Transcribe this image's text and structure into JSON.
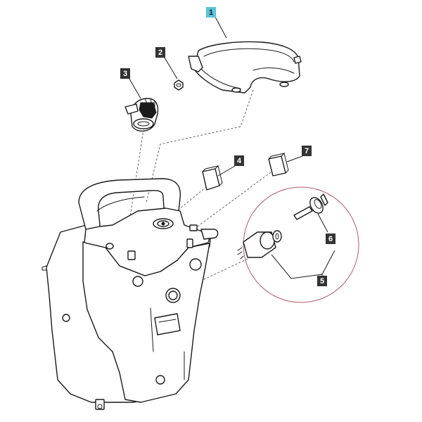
{
  "colors": {
    "callout_bg": "#333333",
    "callout_text": "#ffffff",
    "callout_highlight_bg": "#5bc4d9",
    "callout_highlight_text": "#1a1a1a",
    "detail_circle": "#b05a6a",
    "line": "#1a1a1a"
  },
  "callouts": [
    {
      "id": "1",
      "label": "1",
      "highlighted": true
    },
    {
      "id": "2",
      "label": "2",
      "highlighted": false
    },
    {
      "id": "3",
      "label": "3",
      "highlighted": false
    },
    {
      "id": "4",
      "label": "4",
      "highlighted": false
    },
    {
      "id": "5",
      "label": "5",
      "highlighted": false
    },
    {
      "id": "6",
      "label": "6",
      "highlighted": false
    },
    {
      "id": "7",
      "label": "7",
      "highlighted": false
    }
  ]
}
